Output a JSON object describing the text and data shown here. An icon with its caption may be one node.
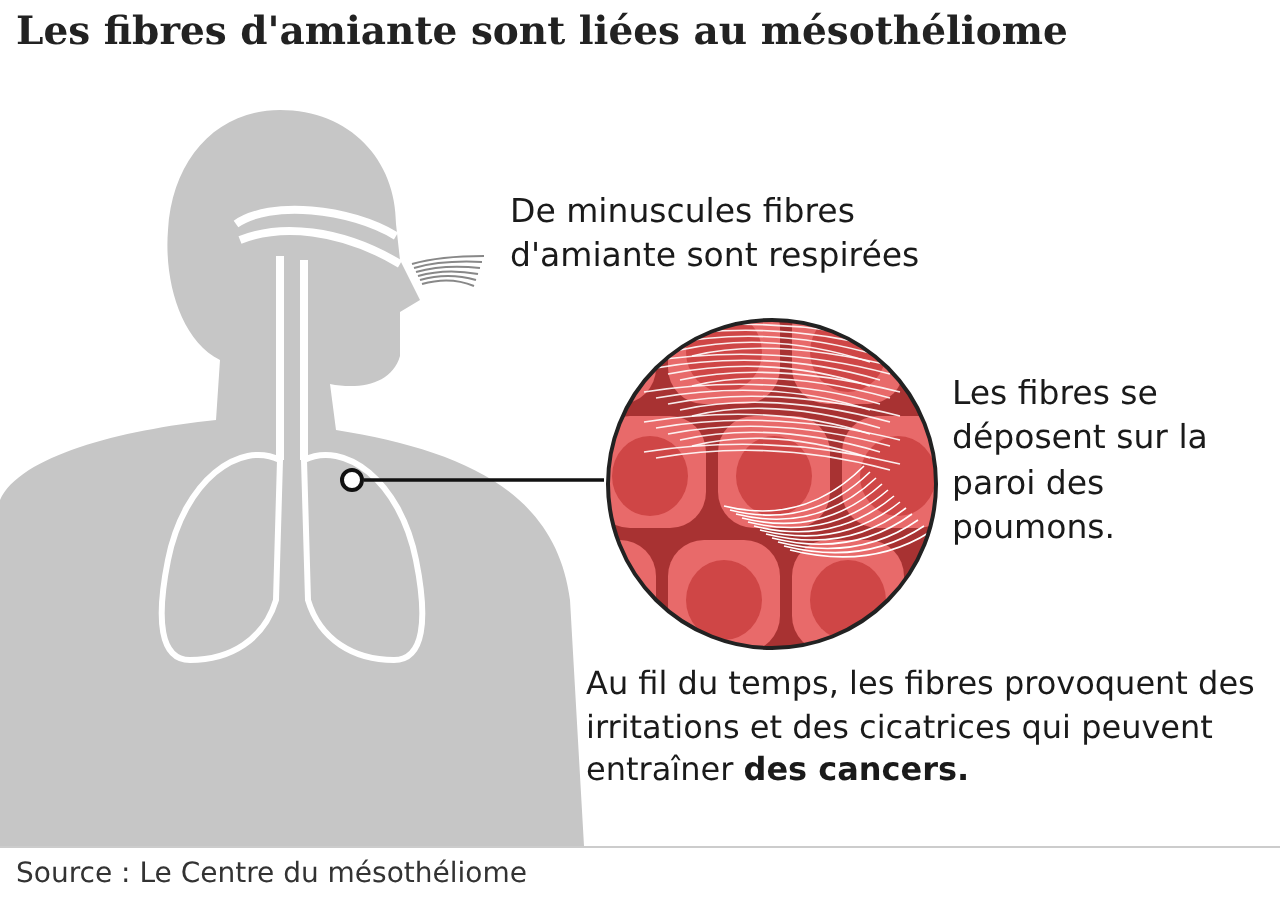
{
  "diagram": {
    "title": "Les fibres d'amiante sont liées au mésothéliome",
    "nodes": [
      {
        "text": [],
        "shape": "circle"
      },
      {
        "text": [],
        "shape": "picture"
      }
    ],
    "edges": [
      {
        "from": 0,
        "to": 1,
        "arrow": "none"
      }
    ],
    "labels": [
      "De minuscules fibres d'amiante sont respirées",
      "Les fibres se déposent sur la paroi des poumons.",
      "Au fil du temps, les fibres provoquent des irritations et des cicatrices qui peuvent entraîner **des cancers.**",
      "Source : Le Centre du mésothéliome"
    ]
  }
}
